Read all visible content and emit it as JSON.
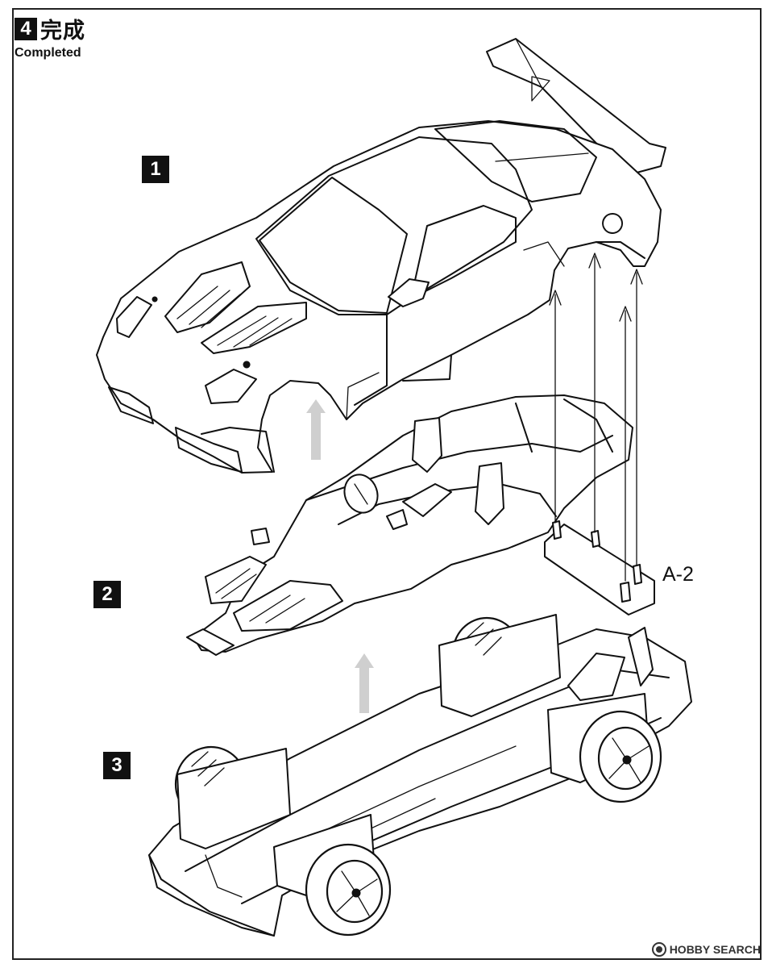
{
  "step": {
    "number": "4",
    "title": "完成",
    "subtitle": "Completed"
  },
  "parts": {
    "body_badge": "1",
    "interior_badge": "2",
    "chassis_badge": "3",
    "stand_label": "A-2"
  },
  "watermark": {
    "text": "HOBBY SEARCH"
  },
  "colors": {
    "line": "#111111",
    "arrow_fill": "#cfcfcf",
    "background": "#ffffff"
  }
}
